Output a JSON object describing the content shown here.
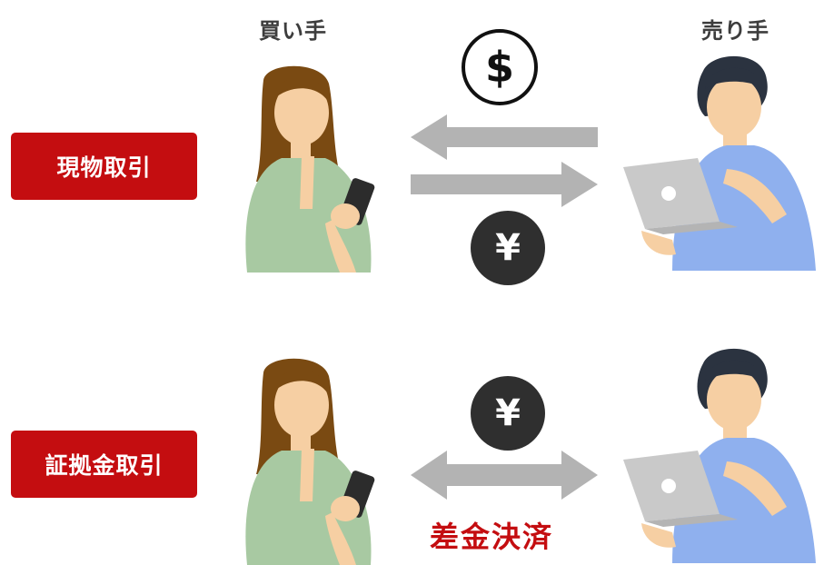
{
  "header": {
    "buyer_label": "買い手",
    "seller_label": "売り手"
  },
  "rows": [
    {
      "label": "現物取引",
      "top_symbol": "$",
      "bottom_symbol": "¥"
    },
    {
      "label": "証拠金取引",
      "top_symbol": "¥",
      "note": "差金決済"
    }
  ],
  "colors": {
    "badge": "#c40d10",
    "arrow": "#b3b3b3",
    "coin": "#2f2f2f",
    "buyer_shirt": "#a8c9a2",
    "buyer_hair": "#7a4a12",
    "seller_shirt": "#8fb0ee",
    "skin": "#f6cfa3",
    "laptop": "#c9c9c9"
  },
  "icons": [
    "dollar-icon",
    "yen-icon",
    "buyer-figure",
    "seller-figure",
    "arrow-left",
    "arrow-right",
    "double-arrow"
  ]
}
